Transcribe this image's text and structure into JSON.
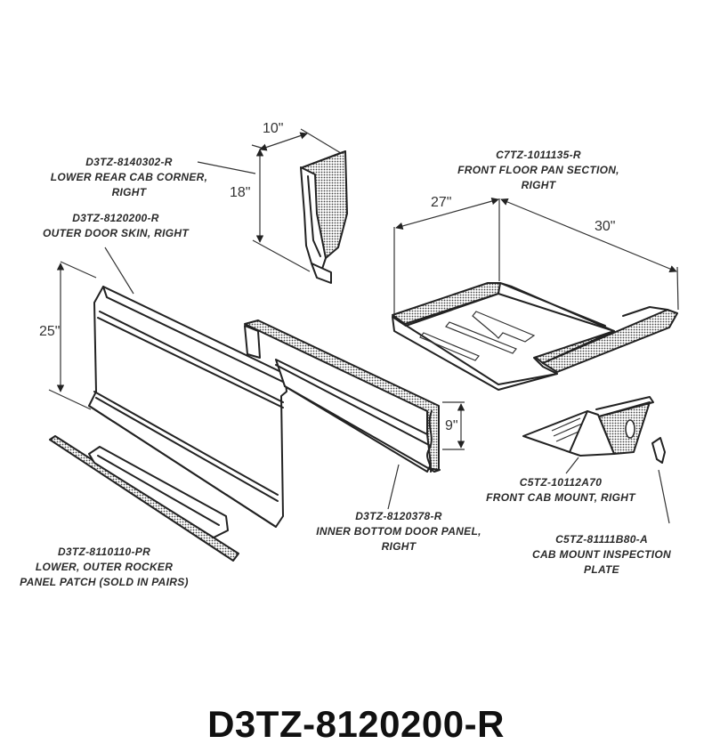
{
  "diagram": {
    "type": "exploded-parts-illustration",
    "parts": [
      {
        "id": "lower-rear-cab-corner",
        "part_number": "D3TZ-8140302-R",
        "description_lines": [
          "LOWER REAR CAB CORNER,",
          "RIGHT"
        ],
        "dimensions": {
          "width": "10\"",
          "height": "18\""
        }
      },
      {
        "id": "outer-door-skin",
        "part_number": "D3TZ-8120200-R",
        "description_lines": [
          "OUTER DOOR SKIN, RIGHT"
        ],
        "dimensions": {
          "height": "25\""
        }
      },
      {
        "id": "front-floor-pan",
        "part_number": "C7TZ-1011135-R",
        "description_lines": [
          "FRONT FLOOR PAN SECTION,",
          "RIGHT"
        ],
        "dimensions": {
          "width": "27\"",
          "length": "30\""
        }
      },
      {
        "id": "inner-bottom-door-panel",
        "part_number": "D3TZ-8120378-R",
        "description_lines": [
          "INNER BOTTOM DOOR PANEL,",
          "RIGHT"
        ],
        "dimensions": {
          "height": "9\""
        }
      },
      {
        "id": "front-cab-mount",
        "part_number": "C5TZ-10112A70",
        "description_lines": [
          "FRONT CAB MOUNT, RIGHT"
        ]
      },
      {
        "id": "cab-mount-inspection-plate",
        "part_number": "C5TZ-81111B80-A",
        "description_lines": [
          "CAB MOUNT INSPECTION",
          "PLATE"
        ]
      },
      {
        "id": "rocker-panel-patch",
        "part_number": "D3TZ-8110110-PR",
        "description_lines": [
          "LOWER, OUTER ROCKER",
          "PANEL PATCH (SOLD IN PAIRS)"
        ]
      }
    ]
  },
  "labels": {
    "cab_corner": {
      "pn": "D3TZ-8140302-R",
      "l1": "LOWER REAR CAB CORNER,",
      "l2": "RIGHT"
    },
    "door_skin": {
      "pn": "D3TZ-8120200-R",
      "l1": "OUTER DOOR SKIN, RIGHT"
    },
    "floor_pan": {
      "pn": "C7TZ-1011135-R",
      "l1": "FRONT FLOOR PAN SECTION,",
      "l2": "RIGHT"
    },
    "inner_panel": {
      "pn": "D3TZ-8120378-R",
      "l1": "INNER BOTTOM DOOR PANEL,",
      "l2": "RIGHT"
    },
    "cab_mount": {
      "pn": "C5TZ-10112A70",
      "l1": "FRONT CAB MOUNT, RIGHT"
    },
    "inspection_plate": {
      "pn": "C5TZ-81111B80-A",
      "l1": "CAB MOUNT INSPECTION",
      "l2": "PLATE"
    },
    "rocker": {
      "pn": "D3TZ-8110110-PR",
      "l1": "LOWER, OUTER ROCKER",
      "l2": "PANEL PATCH (SOLD IN PAIRS)"
    }
  },
  "dimensions": {
    "cab_corner_width": "10\"",
    "cab_corner_height": "18\"",
    "door_skin_height": "25\"",
    "floor_pan_width": "27\"",
    "floor_pan_length": "30\"",
    "inner_panel_height": "9\""
  },
  "footer": {
    "title": "D3TZ-8120200-R"
  }
}
